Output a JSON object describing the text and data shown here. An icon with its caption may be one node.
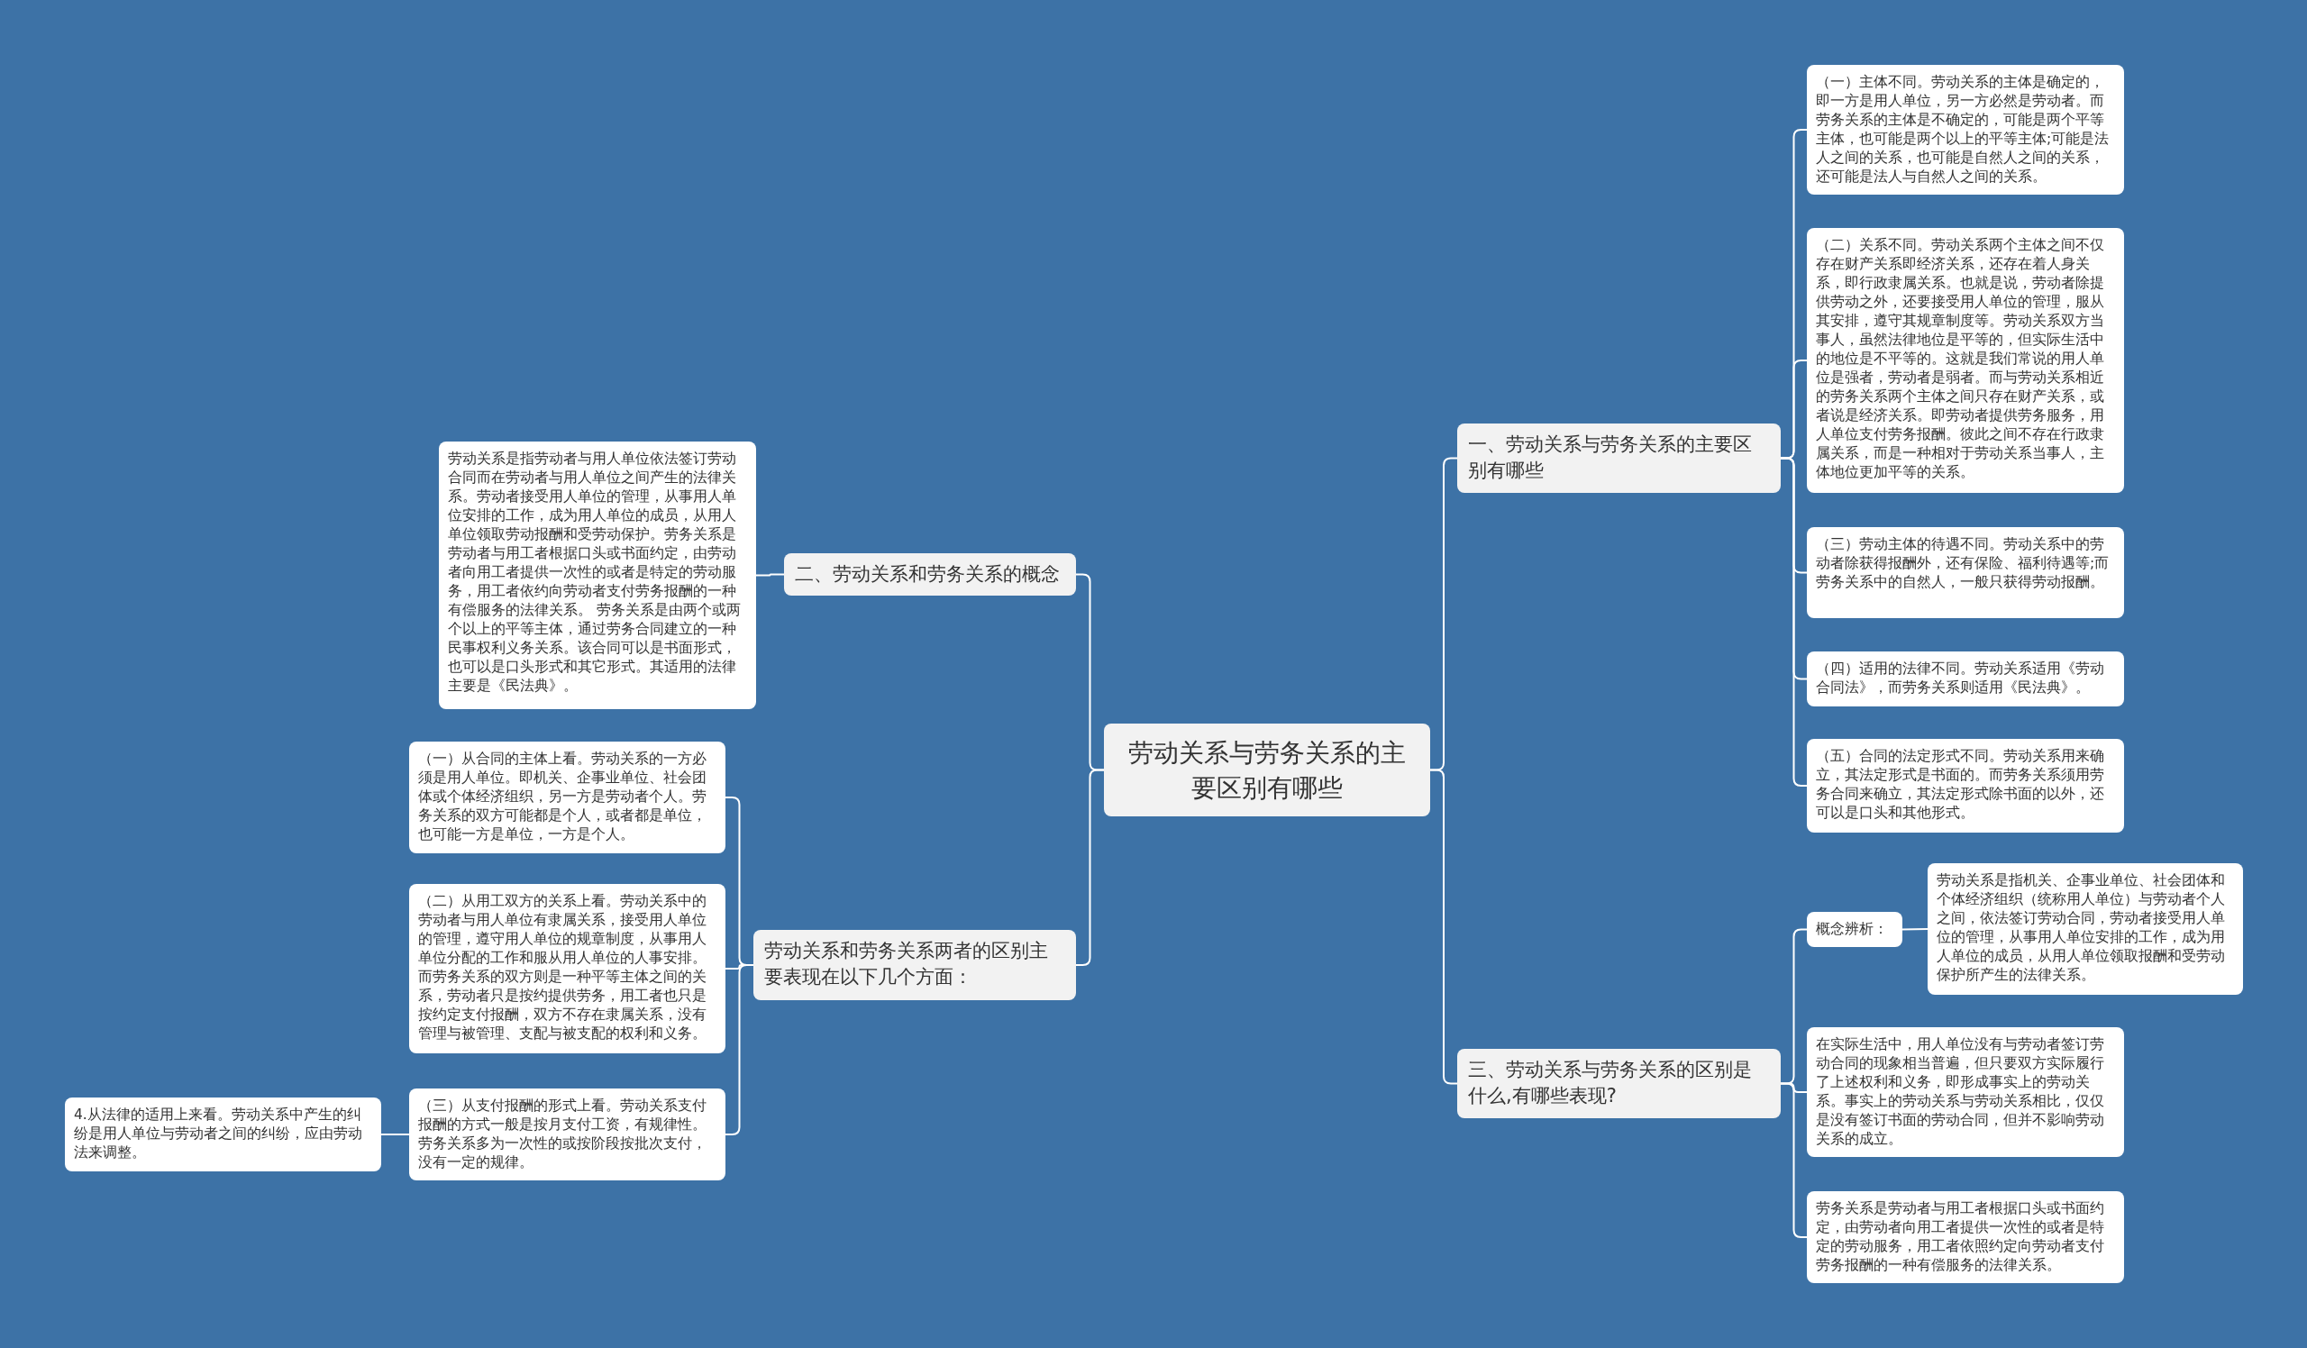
{
  "diagram": {
    "nodes": [
      {
        "text": [
          "劳动关系与劳务关系的主要区别有哪些"
        ]
      },
      {
        "text": [
          "一、劳动关系与劳务关系的主要区别有哪些"
        ]
      },
      {
        "text": [
          "（一）主体不同。劳动关系的主体是确定的，即一方是用人单位，另一方必然是劳动者。而劳务关系的主体是不确定的，可能是两个平等主体，也可能是两个以上的平等主体;可能是法人之间的关系，也可能是自然人之间的关系，还可能是法人与自然人之间的关系。"
        ]
      },
      {
        "text": [
          "（二）关系不同。劳动关系两个主体之间不仅存在财产关系即经济关系，还存在着人身关系，即行政隶属关系。也就是说，劳动者除提供劳动之外，还要接受用人单位的管理，服从其安排，遵守其规章制度等。劳动关系双方当事人，虽然法律地位是平等的，但实际生活中的地位是不平等的。这就是我们常说的用人单位是强者，劳动者是弱者。而与劳动关系相近的劳务关系两个主体之间只存在财产关系，或者说是经济关系。即劳动者提供劳务服务，用人单位支付劳务报酬。彼此之间不存在行政隶属关系，而是一种相对于劳动关系当事人，主体地位更加平等的关系。"
        ]
      },
      {
        "text": [
          "（三）劳动主体的待遇不同。劳动关系中的劳动者除获得报酬外，还有保险、福利待遇等;而劳务关系中的自然人，一般只获得劳动报酬。"
        ]
      },
      {
        "text": [
          "（四）适用的法律不同。劳动关系适用《劳动合同法》，而劳务关系则适用《民法典》。"
        ]
      },
      {
        "text": [
          "（五）合同的法定形式不同。劳动关系用来确立，其法定形式是书面的。而劳务关系须用劳务合同来确立，其法定形式除书面的以外，还可以是口头和其他形式。"
        ]
      },
      {
        "text": [
          "三、劳动关系与劳务关系的区别是什么,有哪些表现?"
        ]
      },
      {
        "text": [
          "概念辨析："
        ]
      },
      {
        "text": [
          "劳动关系是指机关、企事业单位、社会团体和个体经济组织（统称用人单位）与劳动者个人之间，依法签订劳动合同，劳动者接受用人单位的管理，从事用人单位安排的工作，成为用人单位的成员，从用人单位领取报酬和受劳动保护所产生的法律关系。"
        ]
      },
      {
        "text": [
          "在实际生活中，用人单位没有与劳动者签订劳动合同的现象相当普遍，但只要双方实际履行了上述权利和义务，即形成事实上的劳动关系。事实上的劳动关系与劳动关系相比，仅仅是没有签订书面的劳动合同，但并不影响劳动关系的成立。"
        ]
      },
      {
        "text": [
          "劳务关系是劳动者与用工者根据口头或书面约定，由劳动者向用工者提供一次性的或者是特定的劳动服务，用工者依照约定向劳动者支付劳务报酬的一种有偿服务的法律关系。"
        ]
      },
      {
        "text": [
          "二、劳动关系和劳务关系的概念"
        ]
      },
      {
        "text": [
          "劳动关系是指劳动者与用人单位依法签订劳动合同而在劳动者与用人单位之间产生的法律关系。劳动者接受用人单位的管理，从事用人单位安排的工作，成为用人单位的成员，从用人单位领取劳动报酬和受劳动保护。劳务关系是劳动者与用工者根据口头或书面约定，由劳动者向用工者提供一次性的或者是特定的劳动服务，用工者依约向劳动者支付劳务报酬的一种有偿服务的法律关系。 劳务关系是由两个或两个以上的平等主体，通过劳务合同建立的一种民事权利义务关系。该合同可以是书面形式，也可以是口头形式和其它形式。其适用的法律主要是《民法典》。"
        ]
      },
      {
        "text": [
          "劳动关系和劳务关系两者的区别主要表现在以下几个方面："
        ]
      },
      {
        "text": [
          "（一）从合同的主体上看。劳动关系的一方必须是用人单位。即机关、企事业单位、社会团体或个体经济组织，另一方是劳动者个人。劳务关系的双方可能都是个人，或者都是单位，也可能一方是单位，一方是个人。"
        ]
      },
      {
        "text": [
          "（二）从用工双方的关系上看。劳动关系中的劳动者与用人单位有隶属关系，接受用人单位的管理，遵守用人单位的规章制度，从事用人单位分配的工作和服从用人单位的人事安排。而劳务关系的双方则是一种平等主体之间的关系，劳动者只是按约提供劳务，用工者也只是按约定支付报酬，双方不存在隶属关系，没有管理与被管理、支配与被支配的权利和义务。"
        ]
      },
      {
        "text": [
          "（三）从支付报酬的形式上看。劳动关系支付报酬的方式一般是按月支付工资，有规律性。劳务关系多为一次性的或按阶段按批次支付，没有一定的规律。"
        ]
      },
      {
        "text": [
          "4.从法律的适用上来看。劳动关系中产生的纠纷是用人单位与劳动者之间的纠纷，应由劳动法来调整。"
        ]
      }
    ],
    "edges": [
      {
        "from": 0,
        "to": 1,
        "arrow": "none"
      },
      {
        "from": 1,
        "to": 2,
        "arrow": "none"
      },
      {
        "from": 1,
        "to": 3,
        "arrow": "none"
      },
      {
        "from": 1,
        "to": 4,
        "arrow": "none"
      },
      {
        "from": 1,
        "to": 5,
        "arrow": "none"
      },
      {
        "from": 1,
        "to": 6,
        "arrow": "none"
      },
      {
        "from": 0,
        "to": 7,
        "arrow": "none"
      },
      {
        "from": 7,
        "to": 8,
        "arrow": "none"
      },
      {
        "from": 8,
        "to": 9,
        "arrow": "none"
      },
      {
        "from": 7,
        "to": 10,
        "arrow": "none"
      },
      {
        "from": 7,
        "to": 11,
        "arrow": "none"
      },
      {
        "from": 0,
        "to": 12,
        "arrow": "none"
      },
      {
        "from": 12,
        "to": 13,
        "arrow": "none"
      },
      {
        "from": 0,
        "to": 14,
        "arrow": "none"
      },
      {
        "from": 14,
        "to": 15,
        "arrow": "none"
      },
      {
        "from": 14,
        "to": 16,
        "arrow": "none"
      },
      {
        "from": 14,
        "to": 17,
        "arrow": "none"
      },
      {
        "from": 17,
        "to": 18,
        "arrow": "none"
      }
    ]
  }
}
